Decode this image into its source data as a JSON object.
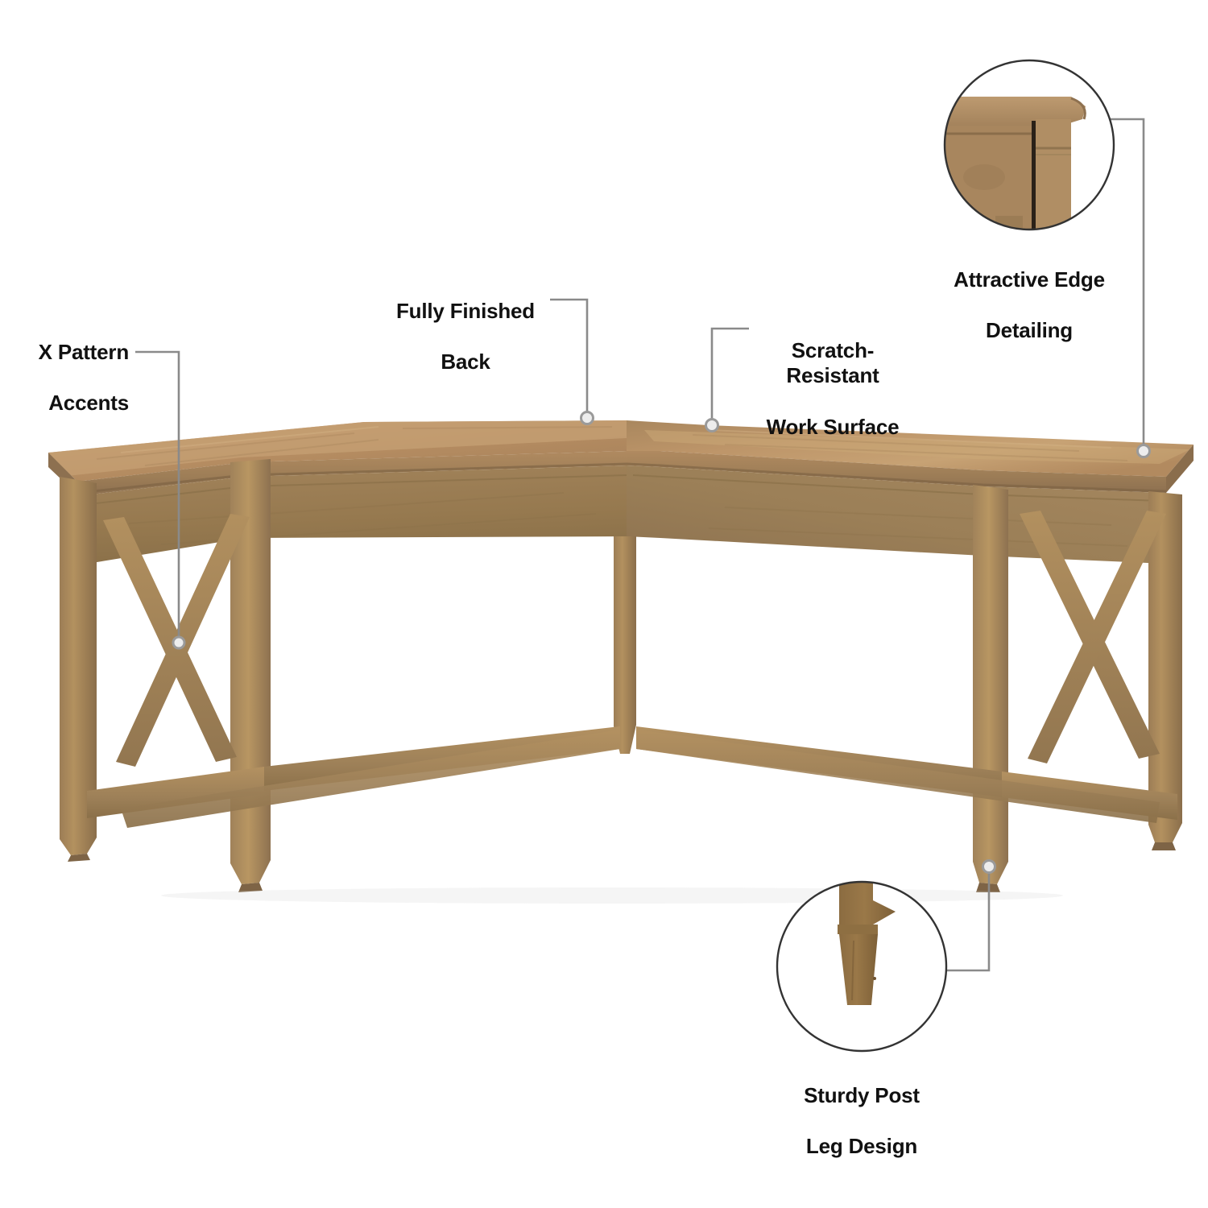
{
  "diagram": {
    "type": "product-feature-callout-diagram",
    "subject": "L-Shaped Writing Desk with X Pattern Accents",
    "background_color": "#ffffff",
    "leader_line_color": "#8a8a8a",
    "label_text_color": "#111111",
    "inset_border_color": "#333333",
    "wood": {
      "top_light": "#c49a6c",
      "top_mid": "#b08b61",
      "body_mid": "#a3845c",
      "body_shadow": "#8d7050",
      "apron_dark": "#947a57",
      "edge_dark": "#7d6343",
      "inset_leg_dark": "#8a6b40"
    }
  },
  "callouts": [
    {
      "id": "x-pattern-accents",
      "label_line1": "X Pattern",
      "label_line2": "Accents",
      "align": "right",
      "marker_point": "x-brace-center-left-panel"
    },
    {
      "id": "fully-finished-back",
      "label_line1": "Fully Finished",
      "label_line2": "Back",
      "align": "center",
      "marker_point": "rear-desktop-edge-left-wing"
    },
    {
      "id": "scratch-resistant-work-surface",
      "label_line1": "Scratch-Resistant",
      "label_line2": "Work Surface",
      "align": "left",
      "marker_point": "rear-desktop-edge-right-wing"
    },
    {
      "id": "attractive-edge-detailing",
      "label_line1": "Attractive Edge",
      "label_line2": "Detailing",
      "align": "center",
      "marker_point": "right-front-top-corner-edge",
      "has_inset": true,
      "inset_shape": "circle",
      "inset_content": "desk-edge-profile-closeup"
    },
    {
      "id": "sturdy-post-leg-design",
      "label_line1": "Sturdy Post",
      "label_line2": "Leg Design",
      "align": "center",
      "marker_point": "right-front-leg-foot",
      "has_inset": true,
      "inset_shape": "circle",
      "inset_content": "tapered-post-leg-closeup"
    }
  ]
}
